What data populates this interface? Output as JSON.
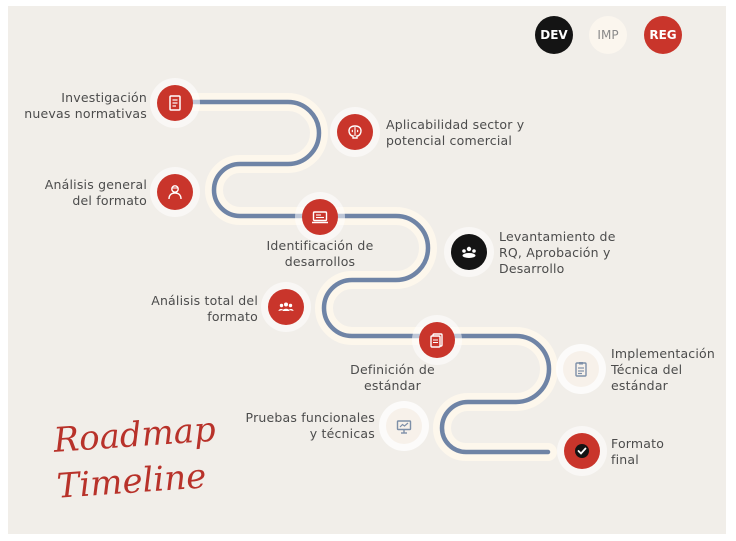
{
  "legend": {
    "dev": "DEV",
    "imp": "IMP",
    "reg": "REG"
  },
  "title": {
    "line1": "Roadmap",
    "line2": "Timeline"
  },
  "steps": {
    "investigacion": [
      "Investigación",
      "nuevas normativas"
    ],
    "aplicabilidad": [
      "Aplicabilidad sector y",
      "potencial comercial"
    ],
    "analisis_general": [
      "Análisis general",
      "del formato"
    ],
    "identificacion": [
      "Identificación de",
      "desarrollos"
    ],
    "levantamiento": [
      "Levantamiento de",
      "RQ, Aprobación y",
      "Desarrollo"
    ],
    "analisis_total": [
      "Análisis total del",
      "formato"
    ],
    "definicion": [
      "Definición de",
      "estándar"
    ],
    "implementacion": [
      "Implementación",
      "Técnica del",
      "estándar"
    ],
    "pruebas": [
      "Pruebas funcionales",
      "y técnicas"
    ],
    "formato_final": [
      "Formato",
      "final"
    ]
  },
  "colors": {
    "red": "#c9352b",
    "black": "#141414",
    "road": "#6f84a6",
    "background": "#f1eee9"
  },
  "icons": {
    "investigacion": "document-icon",
    "aplicabilidad": "brain-icon",
    "analisis_general": "analyst-person-icon",
    "identificacion": "laptop-document-icon",
    "levantamiento": "team-meeting-icon",
    "analisis_total": "group-icon",
    "definicion": "files-icon",
    "implementacion": "clipboard-icon",
    "pruebas": "presentation-board-icon",
    "formato_final": "check-icon"
  }
}
